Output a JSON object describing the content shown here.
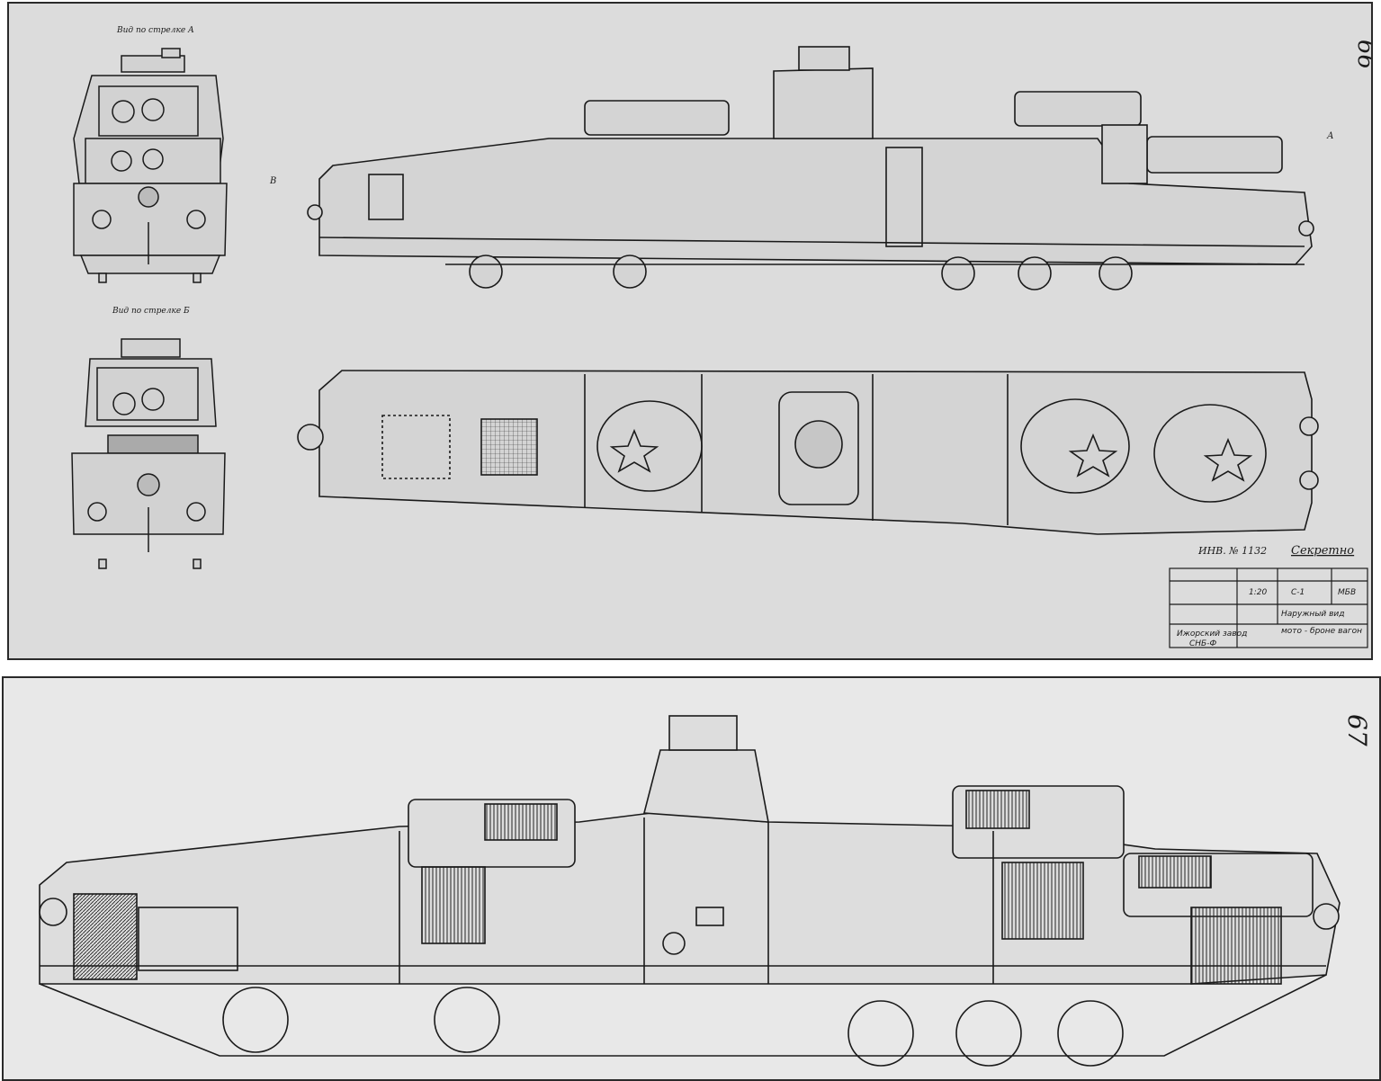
{
  "sheet_top": {
    "page_number": "66",
    "view_label_front": "Вид по стрелке А",
    "view_label_rear": "Вид по стрелке Б",
    "arrow_a": "А",
    "arrow_b": "В",
    "inventory": "ИНВ. № 1132",
    "classification": "Секретно",
    "title_block": {
      "scale": "1:20",
      "drawing_no": "С-1",
      "material": "МБВ",
      "name_line1": "Наружный вид",
      "name_line2": "мото - броне вагон",
      "factory": "Ижорский завод",
      "code": "СНБ-Ф"
    }
  },
  "sheet_bottom": {
    "page_number": "67"
  },
  "colors": {
    "paper": "#dcdcdc",
    "ink": "#1a1a1a",
    "hull": "#d4d4d4"
  }
}
